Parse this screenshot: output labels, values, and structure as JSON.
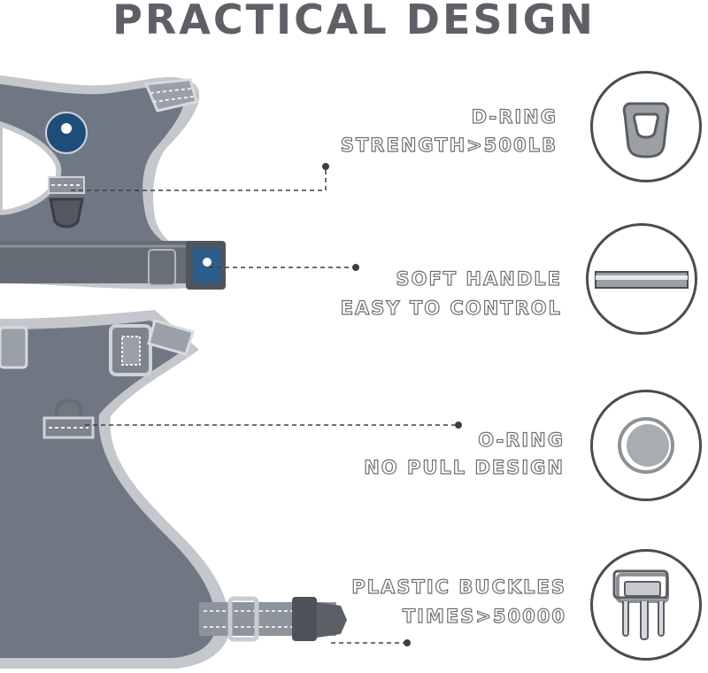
{
  "title": "PRACTICAL DESIGN",
  "features": [
    {
      "line1": "D-RING",
      "line2": "STRENGTH>500LB",
      "icon": "d-ring-icon"
    },
    {
      "line1": "SOFT HANDLE",
      "line2": "EASY TO CONTROL",
      "icon": "handle-bar-icon"
    },
    {
      "line1": "O-RING",
      "line2": "NO PULL DESIGN",
      "icon": "o-ring-icon"
    },
    {
      "line1": "PLASTIC BUCKLES",
      "line2": "TIMES>50000",
      "icon": "buckle-icon"
    }
  ],
  "colors": {
    "harness": "#6f7782",
    "trim": "#c4c7cc",
    "text_outline": "#6c6e74",
    "circle_border": "#4a4c52",
    "badge": "#1f4d7a"
  }
}
